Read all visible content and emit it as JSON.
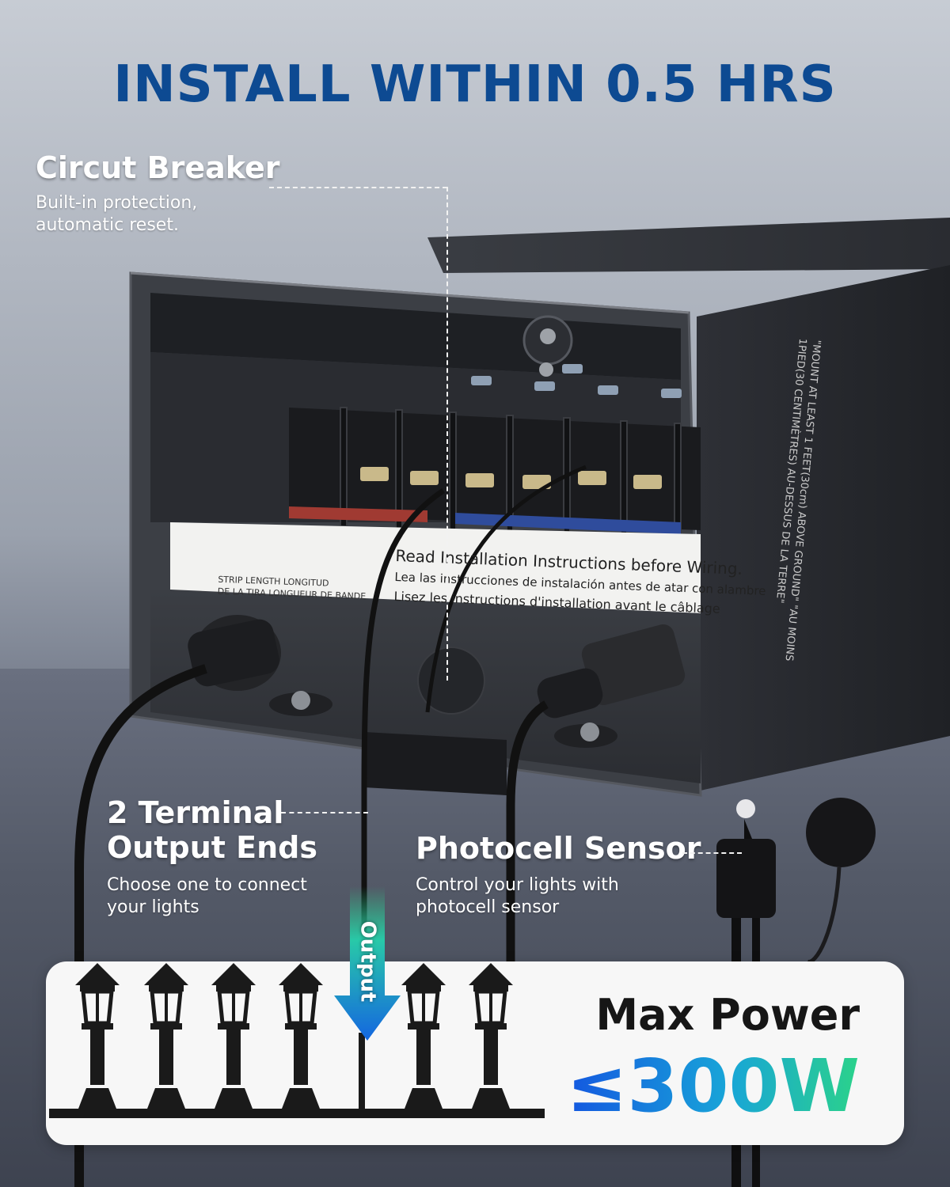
{
  "headline": "INSTALL WITHIN 0.5 HRS",
  "features": {
    "circuit_breaker": {
      "title": "Circut Breaker",
      "description": "Built-in protection,\nautomatic reset."
    },
    "terminal_output": {
      "title": "2 Terminal\nOutput Ends",
      "description": "Choose one to connect\nyour lights"
    },
    "photocell": {
      "title": "Photocell Sensor",
      "description": "Control your lights with\nphotocell sensor"
    }
  },
  "label_panel": {
    "line1": "Read Installation Instructions before Wiring.",
    "line2": "Lea las instrucciones de instalación antes de atar con alambre",
    "line3": "Lisez les instructions d'installation avant le câblage",
    "strip_label_1": "STRIP LENGTH LONGITUD",
    "strip_label_2": "DE LA TIRA LONGUEUR DE BANDE",
    "side_text": "\"MOUNT AT LEAST 1 FEET(30cm) ABOVE GROUND\" \"AU MOINS 1PIED(30 CENTIMÈTRES) AU-DESSUS DE LA TERRE\""
  },
  "output_arrow_label": "Output",
  "power": {
    "label": "Max Power",
    "value": "≤300W"
  },
  "colors": {
    "headline": "#0d4a92",
    "watt_gradient_start": "#1457e0",
    "watt_gradient_end": "#2bd28a"
  }
}
